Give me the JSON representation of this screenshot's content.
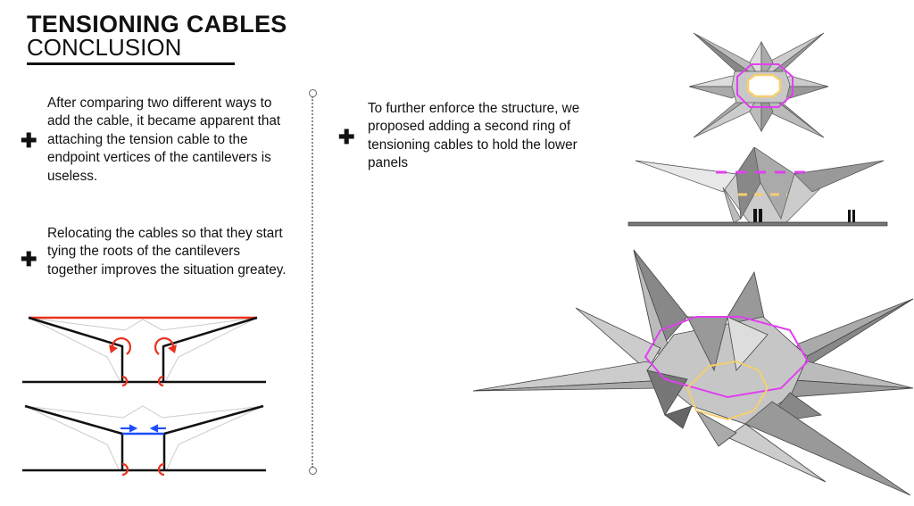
{
  "title": {
    "line1": "TENSIONING CABLES",
    "line2": "CONCLUSION"
  },
  "left": {
    "bullets": [
      {
        "icon": "plus-icon",
        "text": "After comparing two different ways to add the cable, it became apparent that attaching the tension cable to the endpoint vertices of the cantilevers is useless."
      },
      {
        "icon": "plus-icon",
        "text": "Relocating the cables so that they start tying the roots of the cantilevers together improves the situation greatey."
      }
    ]
  },
  "right": {
    "bullets": [
      {
        "icon": "plus-icon",
        "text": "To further enforce the structure, we proposed adding a second ring of tensioning cables to hold the lower panels"
      }
    ]
  },
  "colors": {
    "cable_red": "#e8321e",
    "cable_blue": "#1a4cff",
    "ring_magenta": "#e040f0",
    "ring_yellow": "#f5cf6e"
  }
}
